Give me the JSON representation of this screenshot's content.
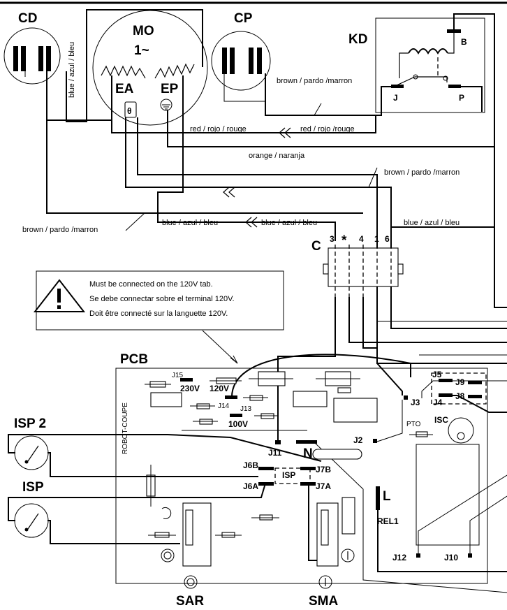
{
  "components": {
    "cd": "CD",
    "cp": "CP",
    "kd": "KD",
    "mo_line1": "MO",
    "mo_line2": "1~",
    "ea": "EA",
    "ep": "EP",
    "theta": "θ",
    "pcb": "PCB",
    "connector_c": "C",
    "connector_star": "*",
    "isp2": "ISP 2",
    "isp": "ISP",
    "sar": "SAR",
    "sma": "SMA",
    "isc": "ISC",
    "pto": "PTO",
    "rel1": "REL1",
    "n": "N",
    "l": "L",
    "isp_inner": "ISP",
    "robot_coupe": "ROBOT-COUPE"
  },
  "kd_pins": {
    "b": "B",
    "j": "J",
    "p": "P"
  },
  "connector_pins": {
    "p3": "3",
    "p4": "4",
    "p1": "1",
    "p6": "6"
  },
  "jumpers": {
    "j15": "J15",
    "j14": "J14",
    "j13": "J13",
    "v230": "230V",
    "v120": "120V",
    "v100": "100V",
    "j5": "J5",
    "j9": "J9",
    "j4": "J4",
    "j8": "J8",
    "j3": "J3",
    "j2": "J2",
    "j11": "J11",
    "j6b": "J6B",
    "j7b": "J7B",
    "j6a": "J6A",
    "j7a": "J7A",
    "j12": "J12",
    "j10": "J10"
  },
  "wire_labels": {
    "blue_vertical": "blue / azul / bleu",
    "brown_kd": "brown / pardo /marron",
    "red_1": "red / rojo / rouge",
    "red_2": "red / rojo /rouge",
    "orange": "orange / naranja",
    "brown_right": "brown / pardo /marron",
    "brown_left": "brown / pardo /marron",
    "blue_1": "blue / azul / bleu",
    "blue_2": "blue / azul / bleu",
    "blue_3": "blue / azul / bleu"
  },
  "notice": {
    "line1": "Must be connected on the 120V tab.",
    "line2": "Se debe connectar sobre el terminal 120V.",
    "line3": "Doit être connecté sur la languette 120V."
  }
}
